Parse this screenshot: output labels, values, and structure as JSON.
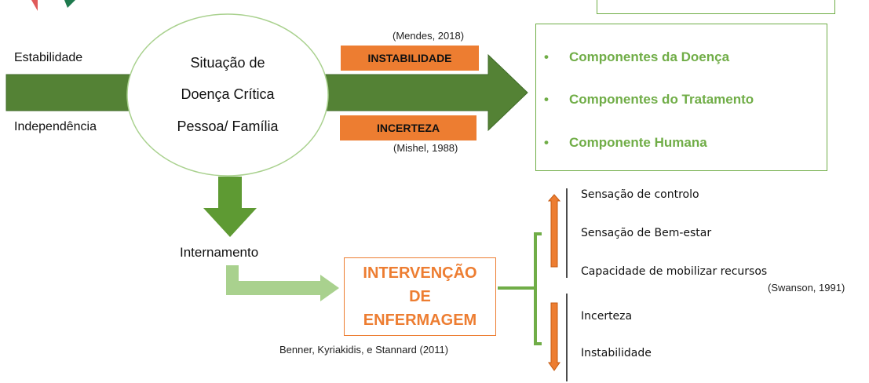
{
  "left_labels": {
    "top": "Estabilidade",
    "bottom": "Independência"
  },
  "circle": {
    "line1": "Situação de",
    "line2": "Doença Crítica",
    "line3": "Pessoa/ Família"
  },
  "instability": {
    "citation": "(Mendes, 2018)",
    "label": "INSTABILIDADE"
  },
  "uncertainty": {
    "label": "INCERTEZA",
    "citation": "(Mishel, 1988)"
  },
  "components": {
    "bullet": "•",
    "items": [
      "Componentes da Doença",
      "Componentes do Tratamento",
      "Componente Humana"
    ]
  },
  "admission_label": "Internamento",
  "intervention": {
    "line1": "INTERVENÇÃO",
    "line2": "DE",
    "line3": "ENFERMAGEM"
  },
  "intervention_citation": "Benner, Kyriakidis, e Stannard (2011)",
  "positive_outcomes": [
    "Sensação de controlo",
    "Sensação de Bem-estar",
    "Capacidade de mobilizar recursos"
  ],
  "outcomes_citation": "(Swanson, 1991)",
  "negative_outcomes": [
    "Incerteza",
    "Instabilidade"
  ],
  "colors": {
    "dark_green": "#548235",
    "mid_green": "#70AD47",
    "light_green": "#A9D18E",
    "orange": "#ED7D31"
  }
}
